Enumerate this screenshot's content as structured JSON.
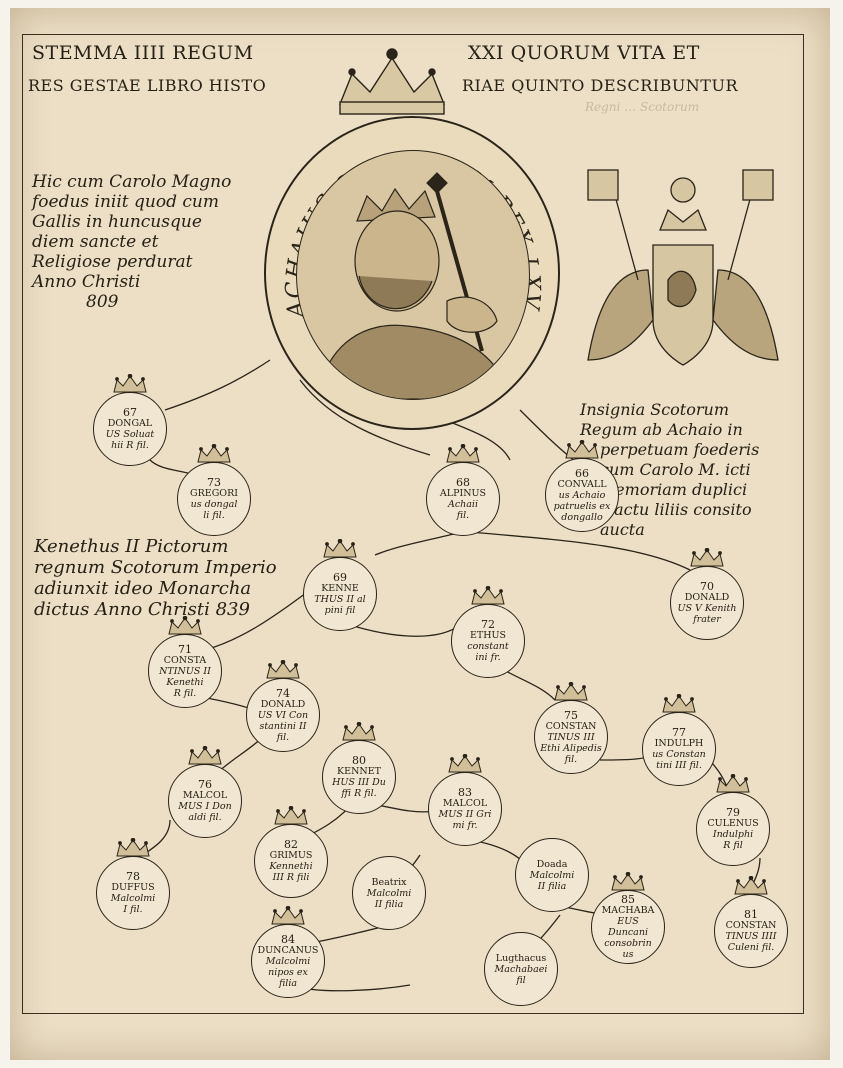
{
  "title": {
    "line1_left": "STEMMA IIII REGUM",
    "line1_right": "XXI QUORUM VITA ET",
    "line2_left": "RES GESTAE LIBRO HISTO",
    "line2_right": "RIAE QUINTO DESCRIBUNTUR"
  },
  "medallion": {
    "legend": "ACHAIUS SCOTORUM REX LXV"
  },
  "notes": {
    "carolus": [
      "Hic cum Carolo Magno",
      "foedus iniit quod cum",
      "Gallis in huncusque",
      "diem sancte et",
      "Religiose perdurat",
      "Anno Christi",
      "809"
    ],
    "kenethus": [
      "Kenethus II Pictorum",
      "regnum Scotorum Imperio",
      "adiunxit ideo Monarcha",
      "dictus Anno Christi 839"
    ],
    "insignia": [
      "Insignia Scotorum",
      "Regum ab Achaio in",
      "perpetuam foederis",
      "cum Carolo M. icti",
      "memoriam duplici",
      "tractu liliis consito",
      "aucta"
    ]
  },
  "nodes": [
    {
      "id": "dongalus",
      "num": "67",
      "lines": [
        "DONGAL",
        "US Soluat",
        "hii R fil."
      ]
    },
    {
      "id": "gregorius",
      "num": "73",
      "lines": [
        "GREGORI",
        "us dongal",
        "li fil."
      ]
    },
    {
      "id": "alpinus",
      "num": "68",
      "lines": [
        "ALPINUS",
        "Achaii",
        "fil."
      ]
    },
    {
      "id": "conuallus",
      "num": "66",
      "lines": [
        "CONVALL",
        "us Achaio",
        "patruelis ex",
        "dongallo"
      ]
    },
    {
      "id": "kennethus2",
      "num": "69",
      "lines": [
        "KENNE",
        "THUS II al",
        "pini fil"
      ]
    },
    {
      "id": "donaldus5",
      "num": "70",
      "lines": [
        "DONALD",
        "US V Kenith",
        "frater"
      ]
    },
    {
      "id": "ethus",
      "num": "72",
      "lines": [
        "ETHUS",
        "constant",
        "ini fr."
      ]
    },
    {
      "id": "constantinus2",
      "num": "71",
      "lines": [
        "CONSTA",
        "NTINUS II",
        "Kenethi",
        "R fil."
      ]
    },
    {
      "id": "donaldus6",
      "num": "74",
      "lines": [
        "DONALD",
        "US VI Con",
        "stantini II",
        "fil."
      ]
    },
    {
      "id": "constantinus3",
      "num": "75",
      "lines": [
        "CONSTAN",
        "TINUS III",
        "Ethi Alipedis",
        "fil."
      ]
    },
    {
      "id": "indulphus",
      "num": "77",
      "lines": [
        "INDULPH",
        "us Constan",
        "tini III fil."
      ]
    },
    {
      "id": "malcolmus1",
      "num": "76",
      "lines": [
        "MALCOL",
        "MUS I Don",
        "aldi fil."
      ]
    },
    {
      "id": "kennethus3",
      "num": "80",
      "lines": [
        "KENNET",
        "HUS III Du",
        "ffi R fil."
      ]
    },
    {
      "id": "malcolmus2",
      "num": "83",
      "lines": [
        "MALCOL",
        "MUS II Gri",
        "mi fr."
      ]
    },
    {
      "id": "culenus",
      "num": "79",
      "lines": [
        "CULENUS",
        "Indulphi",
        "R fil"
      ]
    },
    {
      "id": "grimus",
      "num": "82",
      "lines": [
        "GRIMUS",
        "Kennethi",
        "III R fili"
      ]
    },
    {
      "id": "duffus",
      "num": "78",
      "lines": [
        "DUFFUS",
        "Malcolmi",
        "I fil."
      ]
    },
    {
      "id": "beatrix",
      "num": "",
      "lines": [
        "Beatrix",
        "Malcolmi",
        "II filia"
      ]
    },
    {
      "id": "doada",
      "num": "",
      "lines": [
        "Doada",
        "Malcolmi",
        "II filia"
      ]
    },
    {
      "id": "machabaeus",
      "num": "85",
      "lines": [
        "MACHABA",
        "EUS Duncani",
        "consobrin",
        "us"
      ]
    },
    {
      "id": "constantinus4",
      "num": "81",
      "lines": [
        "CONSTAN",
        "TINUS IIII",
        "Culeni fil."
      ]
    },
    {
      "id": "duncanus",
      "num": "84",
      "lines": [
        "DUNCANUS",
        "Malcolmi",
        "nipos ex",
        "filia"
      ]
    },
    {
      "id": "lugthacus",
      "num": "",
      "lines": [
        "Lugthacus",
        "Machabaei",
        "fil"
      ]
    }
  ],
  "colors": {
    "ink": "#262015",
    "paper": "#ecdfc6",
    "medallion": "#d9c7a3"
  }
}
